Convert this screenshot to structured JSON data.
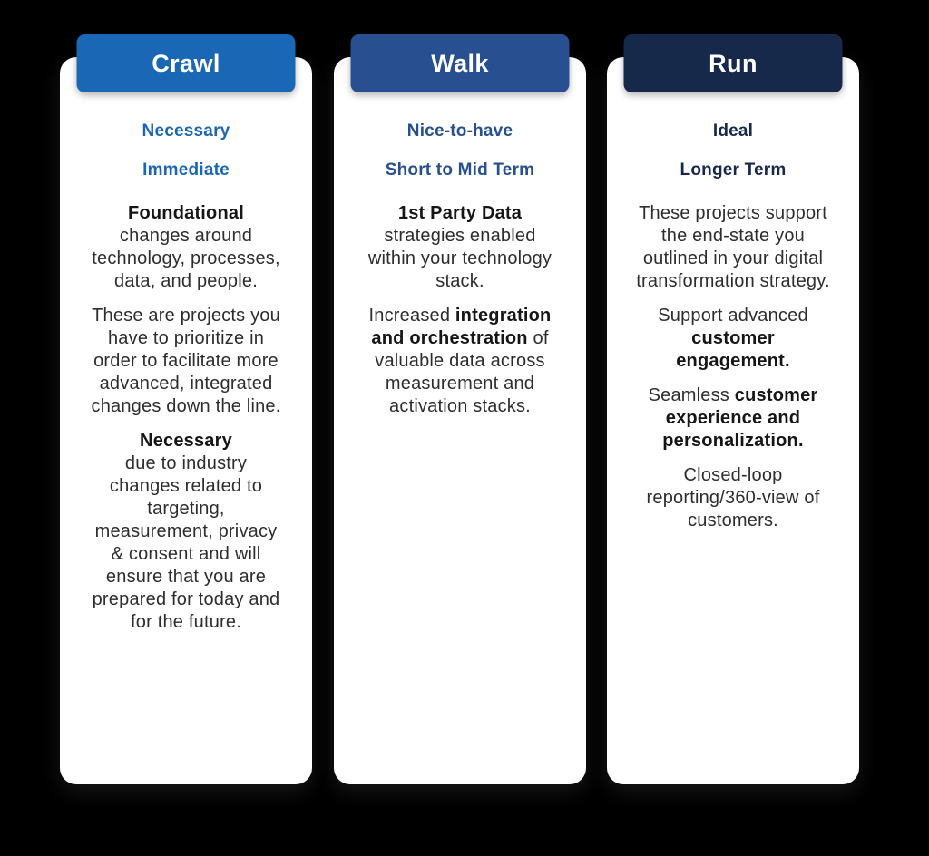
{
  "page": {
    "background": "#000000",
    "card_background": "#ffffff",
    "divider_color": "#c6c6c6",
    "body_text_color": "#2e2e2e"
  },
  "columns": [
    {
      "header": {
        "label": "Crawl",
        "color": "#1a68b5"
      },
      "accent": "#1a68b5",
      "tags": [
        "Necessary",
        "Immediate"
      ],
      "paragraphs": [
        [
          {
            "t": "Foundational",
            "b": true,
            "br": true
          },
          {
            "t": "changes around technology, processes, data, and people.",
            "b": false
          }
        ],
        [
          {
            "t": "These are projects you have to prioritize in order to facilitate more advanced, integrated changes down the line.",
            "b": false
          }
        ],
        [
          {
            "t": "Necessary",
            "b": true,
            "br": true
          },
          {
            "t": "due to industry changes related to targeting, measurement, privacy & consent and will ensure that you are prepared for today and for the future.",
            "b": false
          }
        ]
      ]
    },
    {
      "header": {
        "label": "Walk",
        "color": "#285090"
      },
      "accent": "#285090",
      "tags": [
        "Nice-to-have",
        "Short to Mid Term"
      ],
      "paragraphs": [
        [
          {
            "t": "1st Party Data",
            "b": true,
            "br": true
          },
          {
            "t": "strategies enabled within your technology stack.",
            "b": false
          }
        ],
        [
          {
            "t": "Increased ",
            "b": false
          },
          {
            "t": "integration and orchestration",
            "b": true
          },
          {
            "t": " of valuable data across measurement and activation stacks.",
            "b": false
          }
        ]
      ]
    },
    {
      "header": {
        "label": "Run",
        "color": "#16294b"
      },
      "accent": "#16294b",
      "tags": [
        "Ideal",
        "Longer Term"
      ],
      "paragraphs": [
        [
          {
            "t": "These projects support the end-state you outlined in your digital transformation strategy.",
            "b": false
          }
        ],
        [
          {
            "t": "Support advanced ",
            "b": false
          },
          {
            "t": "customer engagement.",
            "b": true
          }
        ],
        [
          {
            "t": "Seamless ",
            "b": false
          },
          {
            "t": "customer experience and personalization.",
            "b": true
          }
        ],
        [
          {
            "t": "Closed-loop reporting/360-view of customers.",
            "b": false
          }
        ]
      ]
    }
  ]
}
